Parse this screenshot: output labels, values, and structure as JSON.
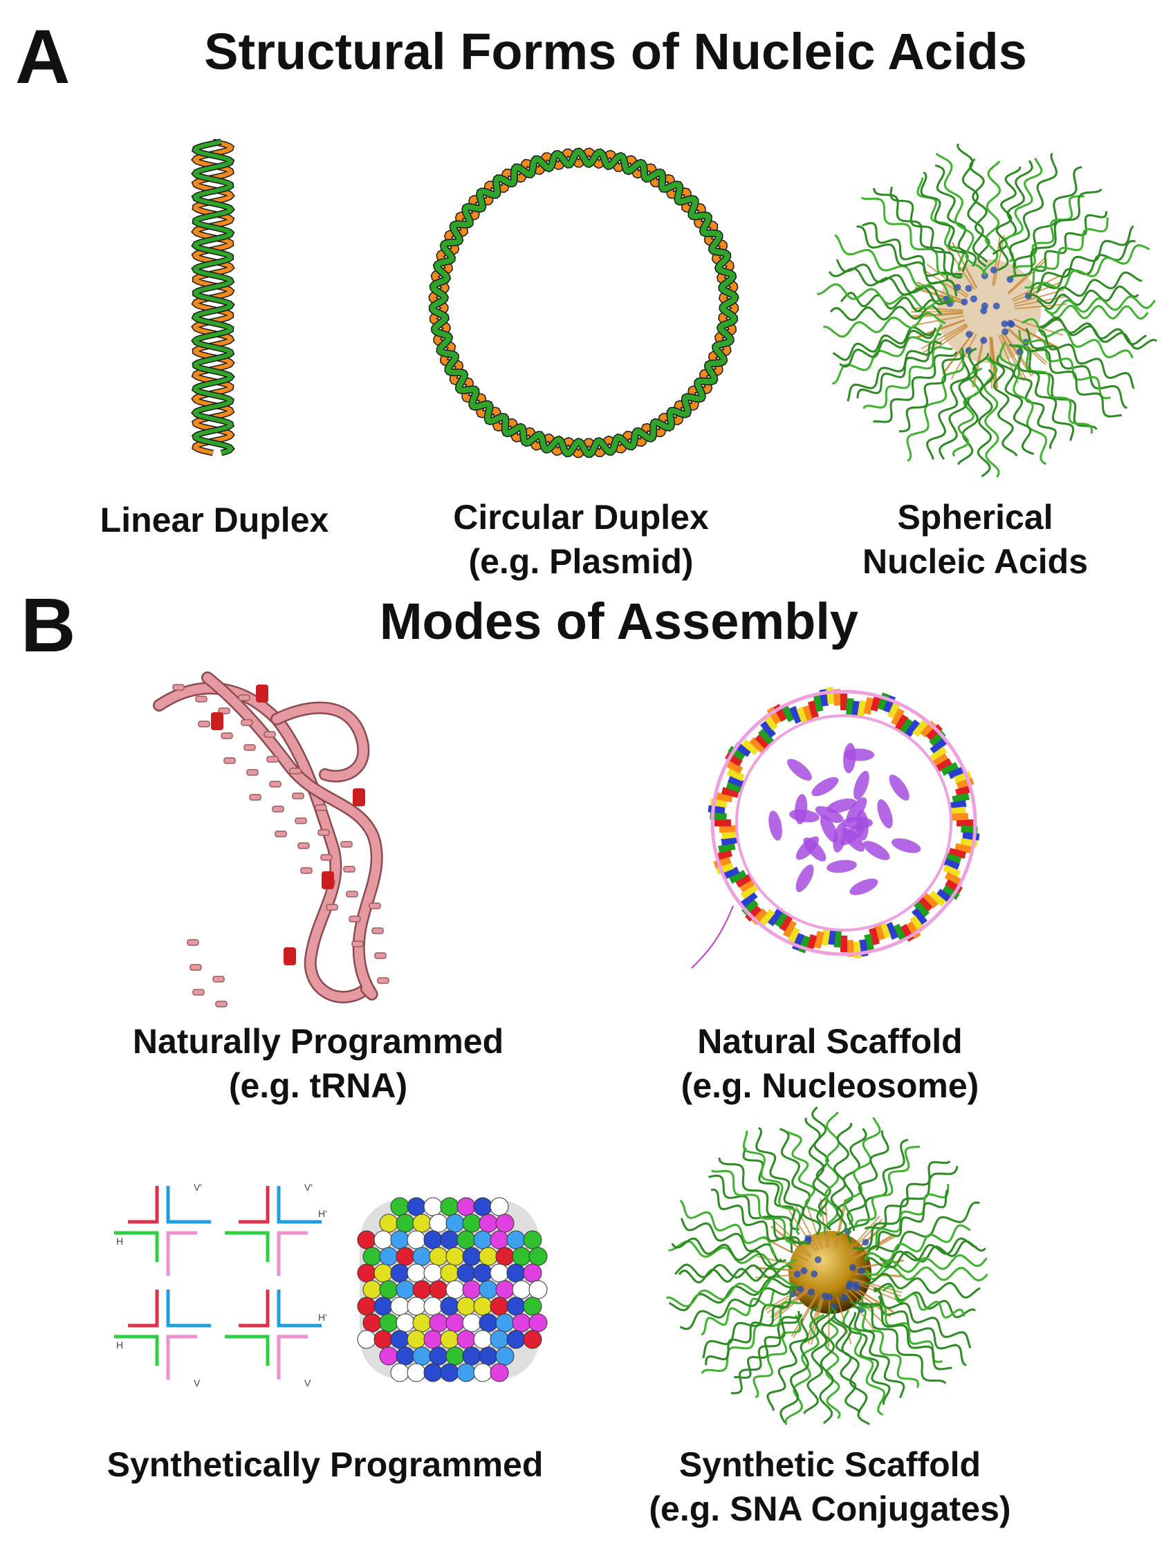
{
  "panel_a": {
    "letter": "A",
    "title": "Structural Forms of Nucleic Acids",
    "items": [
      {
        "line1": "Linear Duplex",
        "line2": ""
      },
      {
        "line1": "Circular Duplex",
        "line2": "(e.g. Plasmid)"
      },
      {
        "line1": "Spherical",
        "line2": "Nucleic Acids"
      }
    ]
  },
  "panel_b": {
    "letter": "B",
    "title": "Modes of Assembly",
    "items": [
      {
        "line1": "Naturally Programmed",
        "line2": "(e.g. tRNA)"
      },
      {
        "line1": "Natural Scaffold",
        "line2": "(e.g. Nucleosome)"
      },
      {
        "line1": "Synthetically Programmed",
        "line2": ""
      },
      {
        "line1": "Synthetic Scaffold",
        "line2": "(e.g. SNA Conjugates)"
      }
    ],
    "lattice_labels": [
      "V'",
      "V'",
      "H'",
      "H",
      "H'",
      "H",
      "V",
      "V"
    ]
  },
  "colors": {
    "strand_green": "#2fa32a",
    "strand_orange": "#f08a1c",
    "trna_pink": "#e59aa2",
    "trna_red": "#cc1e1e",
    "histone_purple": "#a64ce0",
    "gold_core": "#b8860b"
  }
}
